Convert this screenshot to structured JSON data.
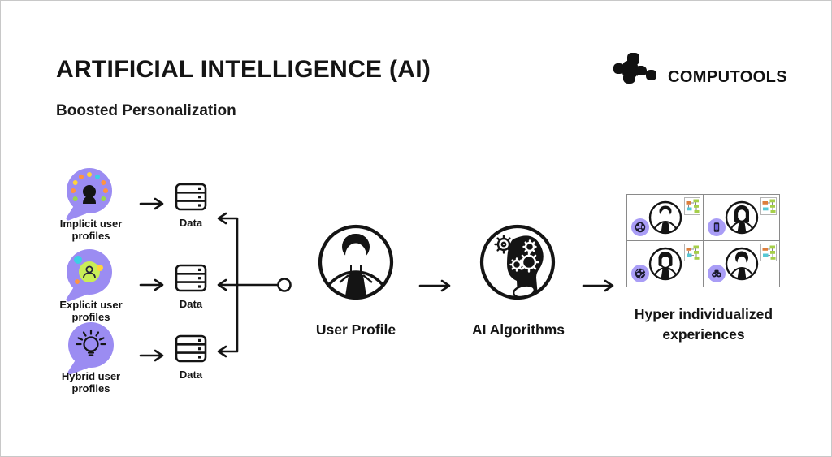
{
  "header": {
    "title": "ARTIFICIAL INTELLIGENCE (AI)",
    "subtitle": "Boosted Personalization"
  },
  "brand": {
    "name": "COMPUTOOLS",
    "logo_icon": "computools-pixel-mark"
  },
  "flow": {
    "sources": [
      {
        "label": "Implicit user profiles",
        "icon": "implicit-user-bubble-icon",
        "data_label": "Data"
      },
      {
        "label": "Explicit user profiles",
        "icon": "explicit-user-bubble-icon",
        "data_label": "Data"
      },
      {
        "label": "Hybrid user profiles",
        "icon": "lightbulb-bubble-icon",
        "data_label": "Data"
      }
    ],
    "user_profile": {
      "label": "User Profile",
      "icon": "user-profile-icon"
    },
    "ai_algorithms": {
      "label": "AI Algorithms",
      "icon": "ai-gears-head-icon"
    },
    "output": {
      "label": "Hyper individualized experiences",
      "cards": [
        {
          "corner_icon": "film-reel-icon",
          "avatar_icon": "man-avatar-icon",
          "doc_icon": "flowchart-doc-icon"
        },
        {
          "corner_icon": "smartphone-icon",
          "avatar_icon": "woman-long-hair-avatar-icon",
          "doc_icon": "flowchart-doc-icon"
        },
        {
          "corner_icon": "globe-icon",
          "avatar_icon": "woman-bob-avatar-icon",
          "doc_icon": "flowchart-doc-icon"
        },
        {
          "corner_icon": "binoculars-icon",
          "avatar_icon": "man-round-avatar-icon",
          "doc_icon": "flowchart-doc-icon"
        }
      ]
    }
  },
  "colors": {
    "accent_purple": "#9b8cf2",
    "corner_purple": "#a99df6",
    "lime": "#c9ee56",
    "dot_yellow": "#ffd43b",
    "dot_orange": "#ff9340",
    "dot_cyan": "#3bcfe4",
    "dot_green": "#96d94e",
    "flow_orange": "#dd7e3b",
    "flow_green": "#a6cf4a",
    "flow_cyan": "#57c8d5",
    "ink": "#141414",
    "canvas_border": "#c8c8c8",
    "card_border": "#8a8a8a"
  }
}
